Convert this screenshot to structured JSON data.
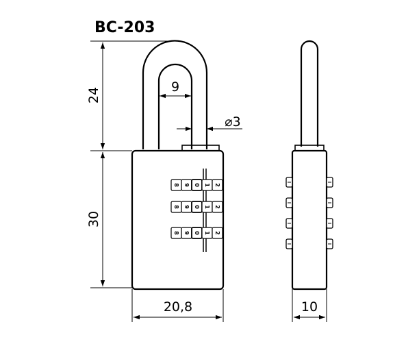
{
  "title": "BC-203",
  "dimensions": {
    "shackle_height": "24",
    "shackle_inner_width": "9",
    "shackle_diameter": "⌀3",
    "body_height": "30",
    "body_width": "20,8",
    "body_depth": "10"
  },
  "dial_digits": [
    "8",
    "9",
    "0",
    "1",
    "2"
  ]
}
